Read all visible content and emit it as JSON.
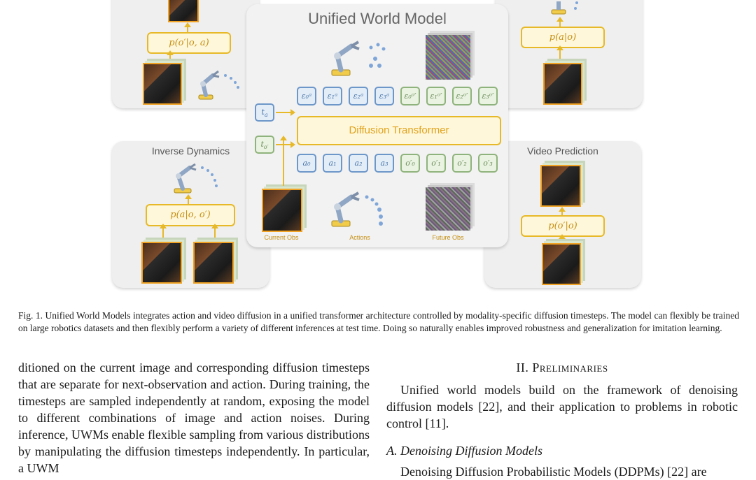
{
  "figure": {
    "center_title": "Unified World Model",
    "panel_inverse_title": "Inverse Dynamics",
    "panel_video_title": "Video Prediction",
    "dist_forward": "p(o′|o, a)",
    "dist_policy": "p(a|o)",
    "dist_inverse": "p(a|o, o′)",
    "dist_video": "p(o′|o)",
    "transformer_label": "Diffusion Transformer",
    "t_a": "t",
    "t_a_sub": "a",
    "t_o": "t",
    "t_o_sub": "o′",
    "noise_tokens": [
      "ε₀ᵃ",
      "ε₁ᵃ",
      "ε₂ᵃ",
      "ε₃ᵃ",
      "ε₀ᵒ′",
      "ε₁ᵒ′",
      "ε₂ᵒ′",
      "ε₃ᵒ′"
    ],
    "input_tokens": [
      "a₀",
      "a₁",
      "a₂",
      "a₃",
      "o′₀",
      "o′₁",
      "o′₂",
      "o′₃"
    ],
    "label_current_obs": "Current Obs",
    "label_actions": "Actions",
    "label_future_obs": "Future Obs",
    "colors": {
      "yellow": "#e7b928",
      "blue": "#6d97c9",
      "green": "#8fb37c",
      "panel": "#efefef"
    }
  },
  "caption": "Fig. 1.   Unified World Models integrates action and video diffusion in a unified transformer architecture controlled by modality-specific diffusion timesteps. The model can flexibly be trained on large robotics datasets and then flexibly perform a variety of different inferences at test time. Doing so naturally enables improved robustness and generalization for imitation learning.",
  "left_column": "ditioned on the current image and corresponding diffusion timesteps that are separate for next-observation and action. During training, the timesteps are sampled independently at random, exposing the model to different combinations of image and action noises. During inference, UWMs enable flexible sampling from various distributions by manipulating the diffusion timesteps independently. In particular, a UWM",
  "section_heading": "II. Preliminaries",
  "right_paragraph": "Unified world models build on the framework of denoising diffusion models  [22], and their application to problems in robotic control  [11].",
  "subsection_heading": "A. Denoising Diffusion Models",
  "right_paragraph_2": "Denoising Diffusion Probabilistic Models (DDPMs) [22] are"
}
